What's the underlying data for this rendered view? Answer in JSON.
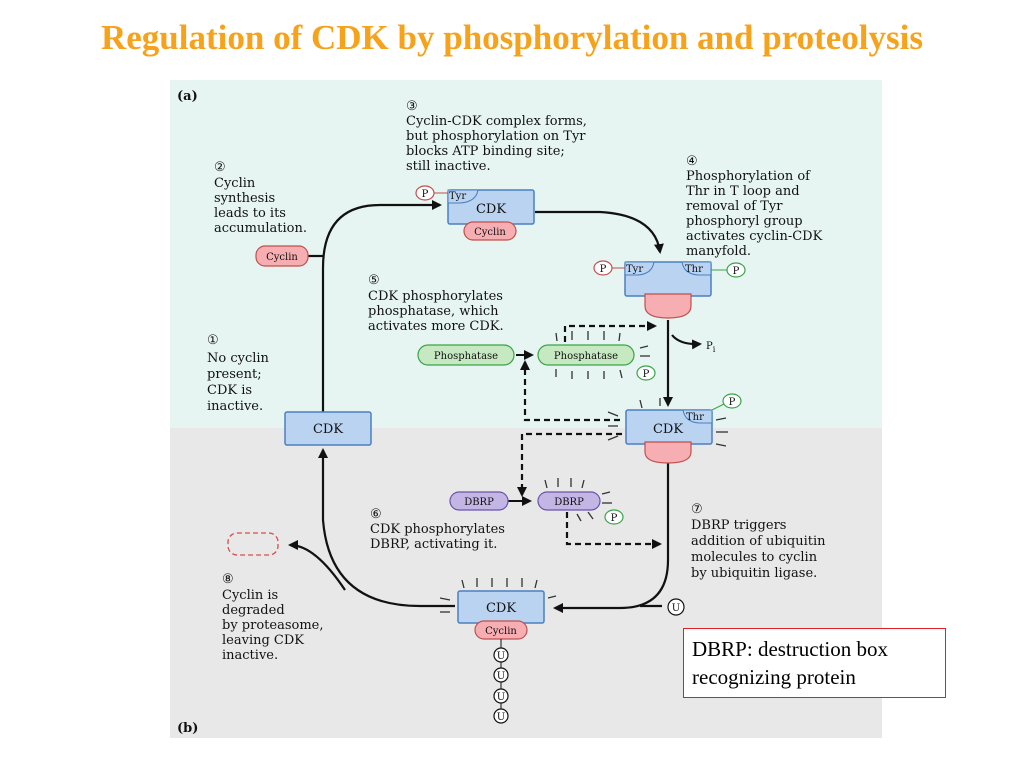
{
  "title": "Regulation of CDK by phosphorylation and proteolysis",
  "panels": {
    "a": "(a)",
    "b": "(b)"
  },
  "molecules": {
    "cdk": "CDK",
    "cyclin": "Cyclin",
    "tyr": "Tyr",
    "thr": "Thr",
    "p": "P",
    "phosphatase": "Phosphatase",
    "dbrp": "DBRP",
    "u": "U",
    "pi": "P",
    "pi_sub": "i"
  },
  "steps": [
    {
      "num": "①",
      "lines": [
        "No cyclin",
        "present;",
        "CDK is",
        "inactive."
      ]
    },
    {
      "num": "②",
      "lines": [
        "Cyclin",
        "synthesis",
        "leads to its",
        "accumulation."
      ]
    },
    {
      "num": "③",
      "lines": [
        "Cyclin-CDK complex forms,",
        "but phosphorylation on Tyr",
        "blocks ATP binding site;",
        "still inactive."
      ]
    },
    {
      "num": "④",
      "lines": [
        "Phosphorylation of",
        "Thr in T loop and",
        "removal of Tyr",
        "phosphoryl group",
        "activates cyclin-CDK",
        "manyfold."
      ]
    },
    {
      "num": "⑤",
      "lines": [
        "CDK phosphorylates",
        "phosphatase, which",
        "activates more CDK."
      ]
    },
    {
      "num": "⑥",
      "lines": [
        "CDK phosphorylates",
        "DBRP, activating it."
      ]
    },
    {
      "num": "⑦",
      "lines": [
        "DBRP triggers",
        "addition of ubiquitin",
        "molecules to cyclin",
        "by ubiquitin ligase."
      ]
    },
    {
      "num": "⑧",
      "lines": [
        "Cyclin is",
        "degraded",
        "by proteasome,",
        "leaving CDK",
        "inactive."
      ]
    }
  ],
  "note": {
    "line1": "DBRP: destruction box",
    "line2": "recognizing protein"
  },
  "colors": {
    "title": "#f7a21b",
    "panel_a_bg": "#e6f5f1",
    "panel_b_bg": "#e8e8e8",
    "cdk_fill": "#b9d3f1",
    "cyclin_fill": "#f6aeb3",
    "phosphatase_fill": "#c6e9c2",
    "dbrp_fill": "#c3b6e4",
    "note_border": "#e02020"
  }
}
